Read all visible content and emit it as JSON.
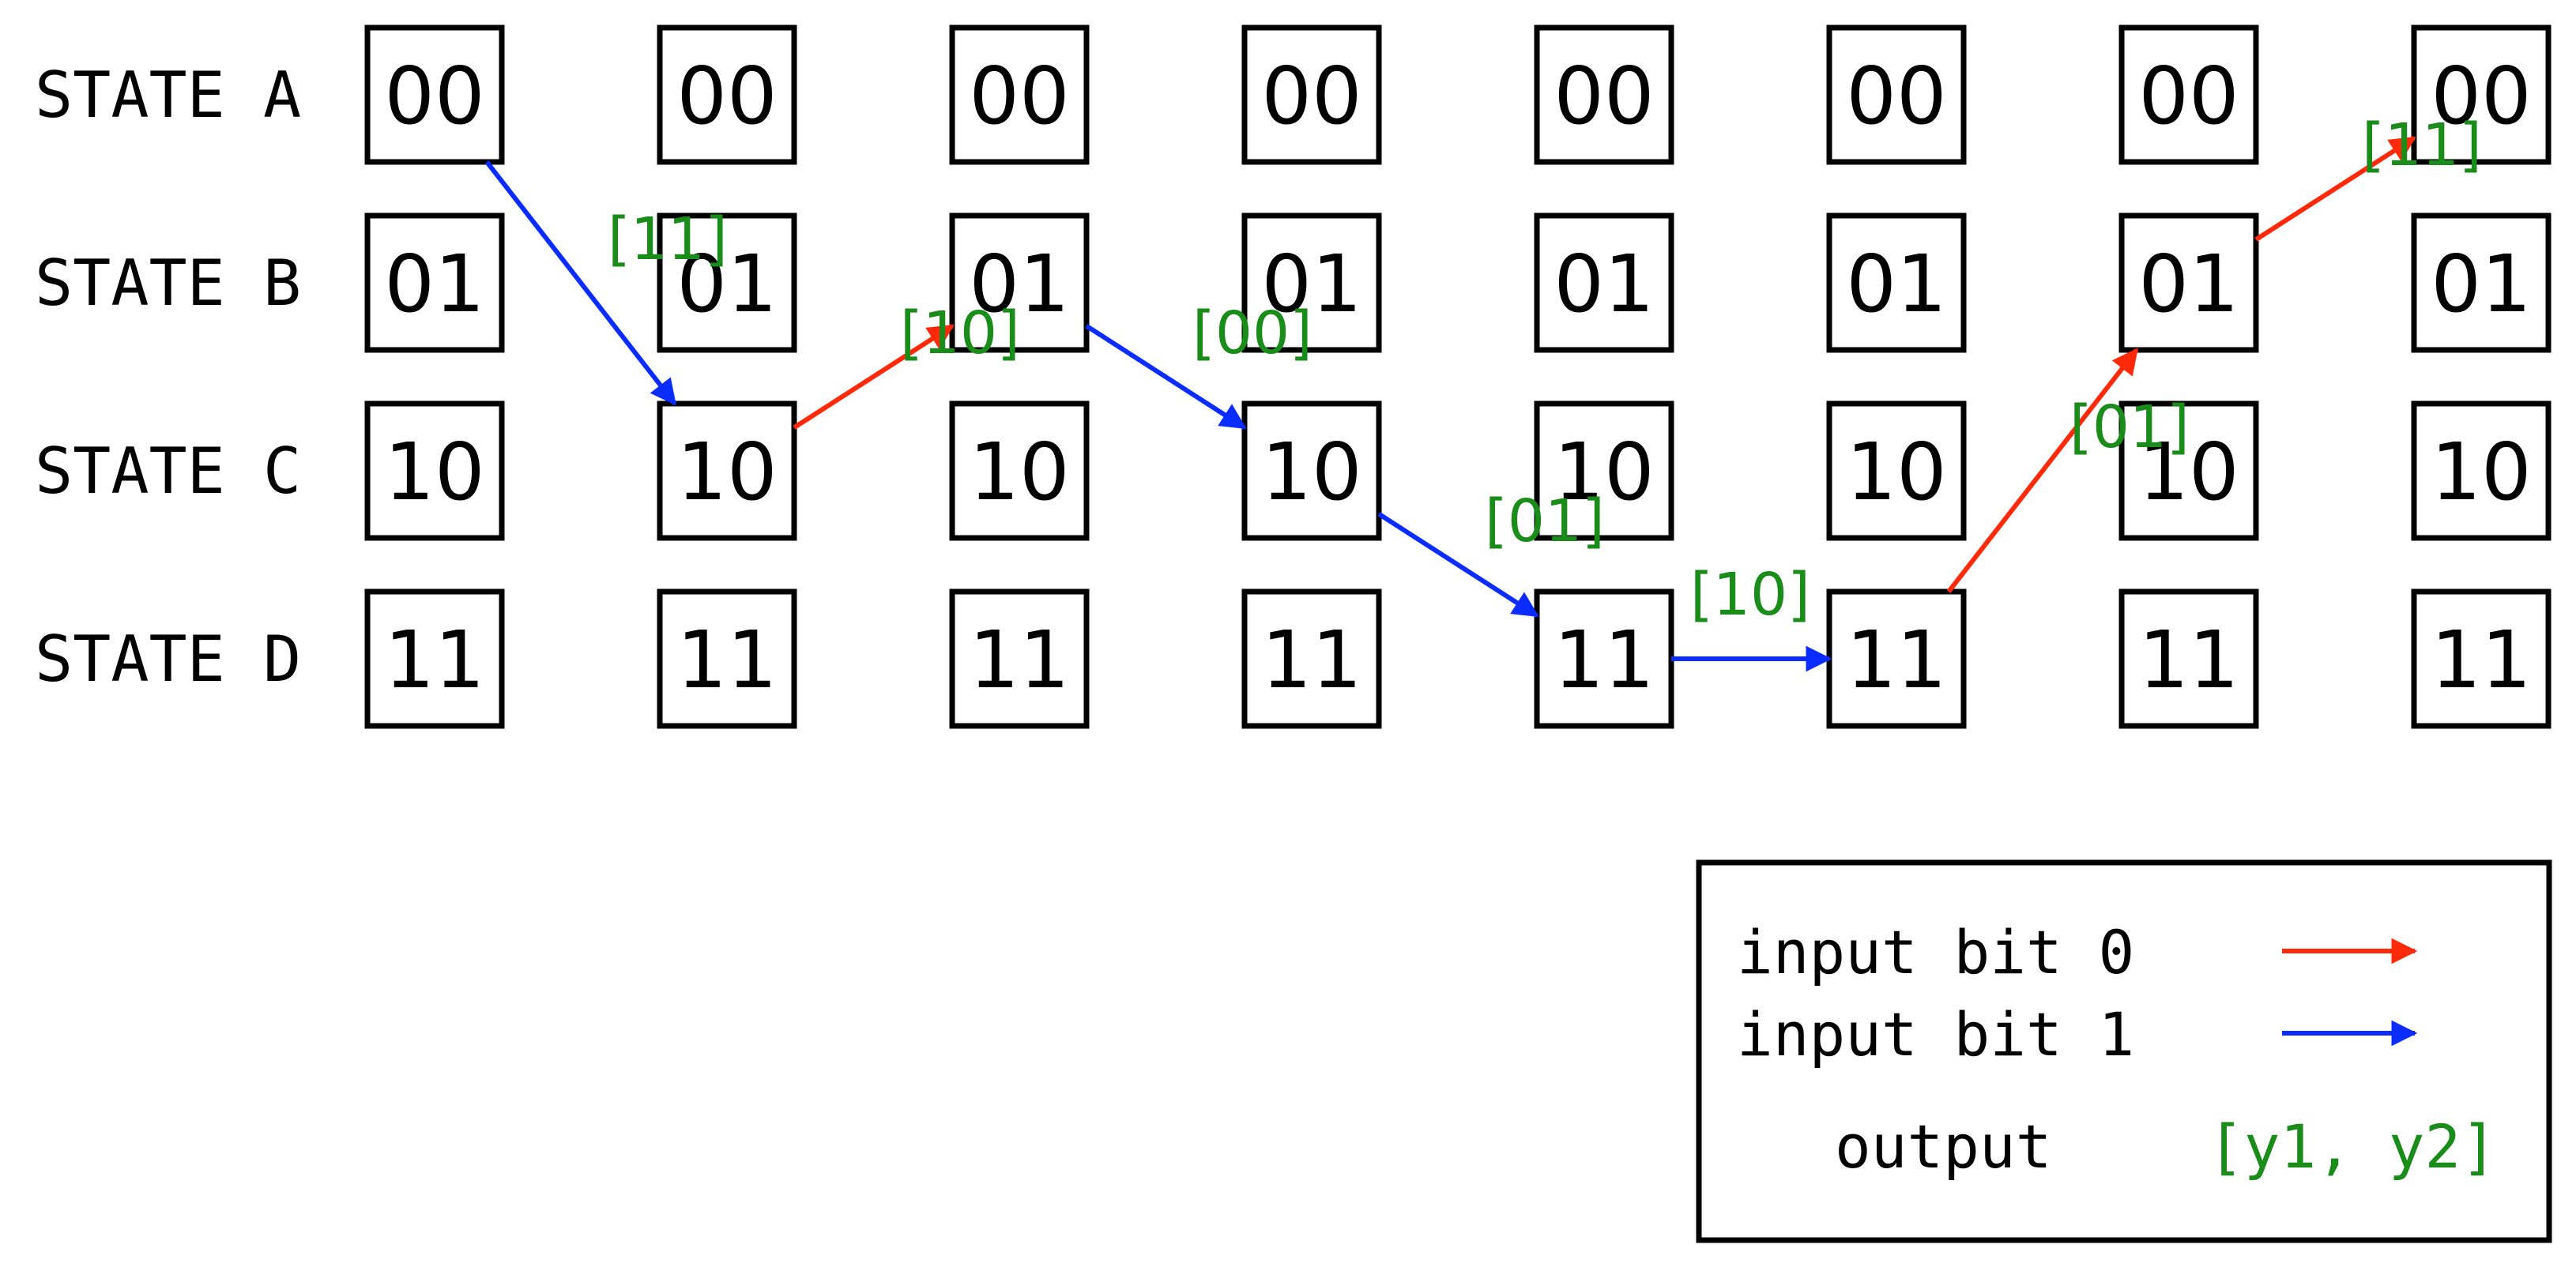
{
  "colors": {
    "input_bit_0": "#ff2a0a",
    "input_bit_1": "#0a2cff",
    "output_label": "#1a8c1a",
    "box_stroke": "#000000",
    "text": "#000000"
  },
  "states": [
    {
      "label": "STATE A",
      "code": "00"
    },
    {
      "label": "STATE B",
      "code": "01"
    },
    {
      "label": "STATE C",
      "code": "10"
    },
    {
      "label": "STATE D",
      "code": "11"
    }
  ],
  "time_steps": 8,
  "path": [
    {
      "from_step": 0,
      "from_state": 0,
      "to_step": 1,
      "to_state": 2,
      "input_bit": 1,
      "output": "[11]"
    },
    {
      "from_step": 1,
      "from_state": 2,
      "to_step": 2,
      "to_state": 1,
      "input_bit": 0,
      "output": "[10]"
    },
    {
      "from_step": 2,
      "from_state": 1,
      "to_step": 3,
      "to_state": 2,
      "input_bit": 1,
      "output": "[00]"
    },
    {
      "from_step": 3,
      "from_state": 2,
      "to_step": 4,
      "to_state": 3,
      "input_bit": 1,
      "output": "[01]"
    },
    {
      "from_step": 4,
      "from_state": 3,
      "to_step": 5,
      "to_state": 3,
      "input_bit": 1,
      "output": "[10]"
    },
    {
      "from_step": 5,
      "from_state": 3,
      "to_step": 6,
      "to_state": 1,
      "input_bit": 0,
      "output": "[01]"
    },
    {
      "from_step": 6,
      "from_state": 1,
      "to_step": 7,
      "to_state": 0,
      "input_bit": 0,
      "output": "[11]"
    }
  ],
  "legend": {
    "input_bit_0_label": "input bit 0",
    "input_bit_1_label": "input bit 1",
    "output_label": "output",
    "output_format": "[y1, y2]"
  }
}
